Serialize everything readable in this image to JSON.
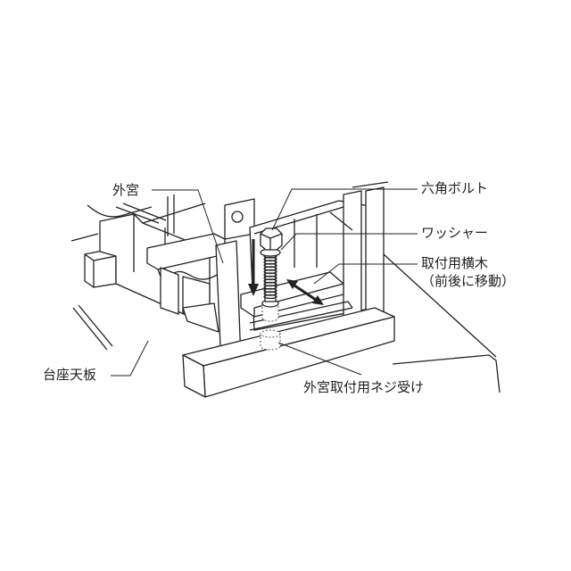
{
  "labels": {
    "outer_shrine": "外宮",
    "hex_bolt": "六角ボルト",
    "washer": "ワッシャー",
    "mounting_crossbar": "取付用横木",
    "crossbar_note": "（前後に移動）",
    "pedestal_top": "台座天板",
    "screw_receiver": "外宮取付用ネジ受け"
  }
}
